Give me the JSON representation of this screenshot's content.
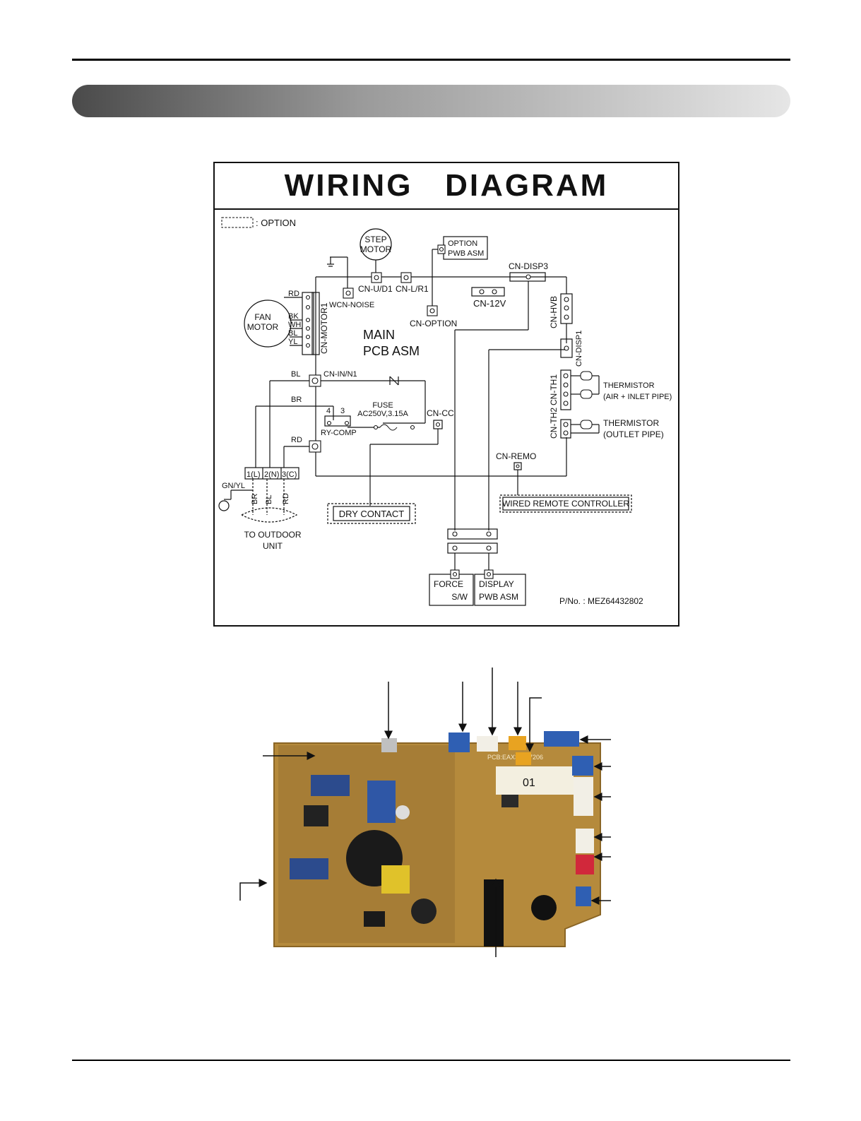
{
  "diagram": {
    "title": "WIRING   DIAGRAM",
    "legend_option": ": OPTION",
    "step_motor": [
      "STEP",
      "MOTOR"
    ],
    "option_pwb": [
      "OPTION",
      "PWB ASM"
    ],
    "cn_disp3": "CN-DISP3",
    "cn_ud1": "CN-U/D1",
    "cn_lr1": "CN-L/R1",
    "wcn_noise": "WCN-NOISE",
    "cn_option": "CN-OPTION",
    "cn_12v": "CN-12V",
    "cn_hvb": "CN-HVB",
    "cn_disp1": "CN-DISP1",
    "cn_motor1": "CN-MOTOR1",
    "fan_motor": [
      "FAN",
      "MOTOR"
    ],
    "wire_colors": [
      "RD",
      "BK",
      "WH",
      "BL",
      "YL"
    ],
    "main_pcb": [
      "MAIN",
      "PCB ASM"
    ],
    "cn_in_n1": "CN-IN/N1",
    "bl": "BL",
    "br": "BR",
    "rd": "RD",
    "n_mark": "N",
    "relay_pins": [
      "4",
      "3"
    ],
    "fuse": [
      "FUSE",
      "AC250V,3.15A"
    ],
    "ry_comp": "RY-COMP",
    "cn_cc": "CN-CC",
    "cn_th1": "CN-TH1",
    "cn_th2": "CN-TH2",
    "thermistor1": [
      "THERMISTOR",
      "(AIR + INLET PIPE)"
    ],
    "thermistor2": [
      "THERMISTOR",
      "(OUTLET PIPE)"
    ],
    "cn_remo": "CN-REMO",
    "terminals": [
      "1(L)",
      "2(N)",
      "3(C)"
    ],
    "gn_yl": "GN/YL",
    "outdoor_wires": [
      "BR",
      "BL",
      "RD"
    ],
    "to_outdoor": [
      "TO OUTDOOR",
      "UNIT"
    ],
    "dry_contact": "DRY CONTACT",
    "wired_remote": "WIRED REMOTE CONTROLLER",
    "force_sw": [
      "FORCE",
      "S/W"
    ],
    "display_pwb": [
      "DISPLAY",
      "PWB ASM"
    ],
    "part_no": "P/No. : MEZ64432802"
  },
  "photo": {
    "board_marking": "PCB:EAX35907206",
    "sticker_code": "01",
    "board_color": "#b58a3c",
    "connector_blue": "#2f5fb3",
    "connector_white": "#f2efe6",
    "connector_yellow": "#e8a321",
    "connector_red": "#d1283b"
  }
}
